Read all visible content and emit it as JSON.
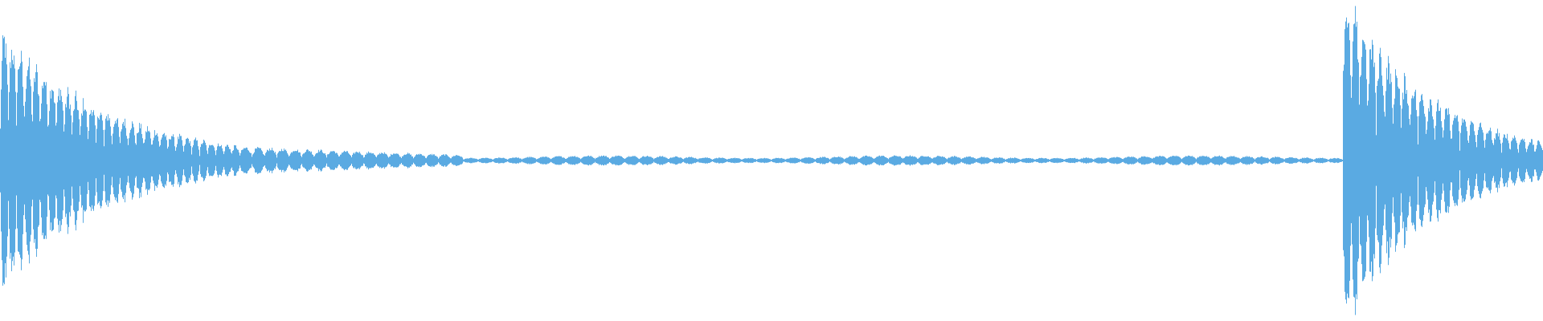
{
  "waveform": {
    "color": "#5aaae2",
    "background": "#ffffff",
    "description_level": "audio-amplitude-envelope",
    "segments": [
      {
        "start": 0.0,
        "end": 0.155,
        "peak_amplitude": 0.78,
        "decay": "exponential",
        "pulse_count": 30
      },
      {
        "start": 0.155,
        "end": 0.3,
        "peak_amplitude": 0.08,
        "decay": "slow",
        "pulse_count": 18
      },
      {
        "start": 0.3,
        "end": 0.87,
        "peak_amplitude": 0.03,
        "decay": "flat",
        "pulse_count": 60
      },
      {
        "start": 0.87,
        "end": 1.0,
        "peak_amplitude": 1.0,
        "decay": "exponential",
        "pulse_count": 24
      }
    ]
  }
}
